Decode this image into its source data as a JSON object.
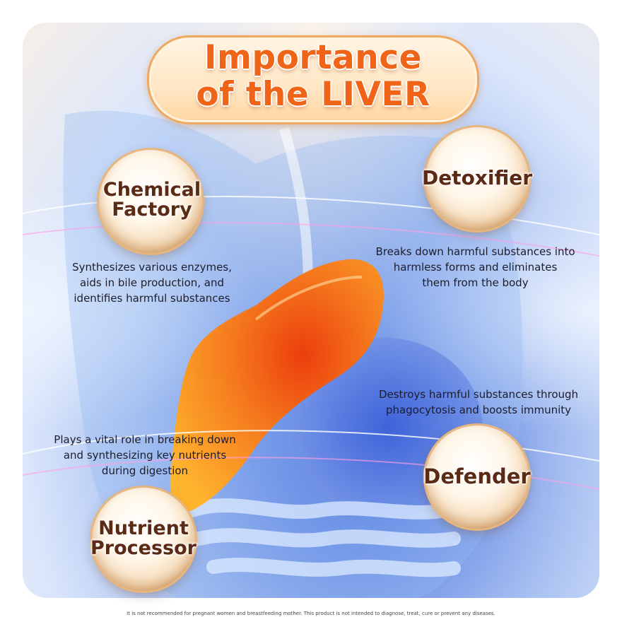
{
  "title": {
    "line1": "Importance",
    "line2": "of the LIVER"
  },
  "sections": [
    {
      "id": "chemical-factory",
      "name_line1": "Chemical",
      "name_line2": "Factory",
      "description": [
        "Synthesizes various enzymes,",
        "aids in bile production, and",
        "identifies harmful substances"
      ]
    },
    {
      "id": "detoxifier",
      "name_line1": "Detoxifier",
      "name_line2": "",
      "description": [
        "Breaks down harmful substances into",
        "harmless forms and eliminates",
        "them from the body"
      ]
    },
    {
      "id": "defender",
      "name_line1": "Defender",
      "name_line2": "",
      "description": [
        "Destroys harmful substances through",
        "phagocytosis and boosts immunity"
      ]
    },
    {
      "id": "nutrient-processor",
      "name_line1": "Nutrient",
      "name_line2": "Processor",
      "description": [
        "Plays a vital role in breaking down",
        "and synthesizing key nutrients",
        "during digestion"
      ]
    }
  ],
  "footer": "It is not recommended for pregnant women and breastfeeding mother. This product is not intended to diagnose, treat, cure or prevent any diseases.",
  "colors": {
    "title": "#f06418",
    "orb_text": "#5a2a14",
    "liver": "#f57a1e",
    "body_glow": "#3c63d8"
  }
}
